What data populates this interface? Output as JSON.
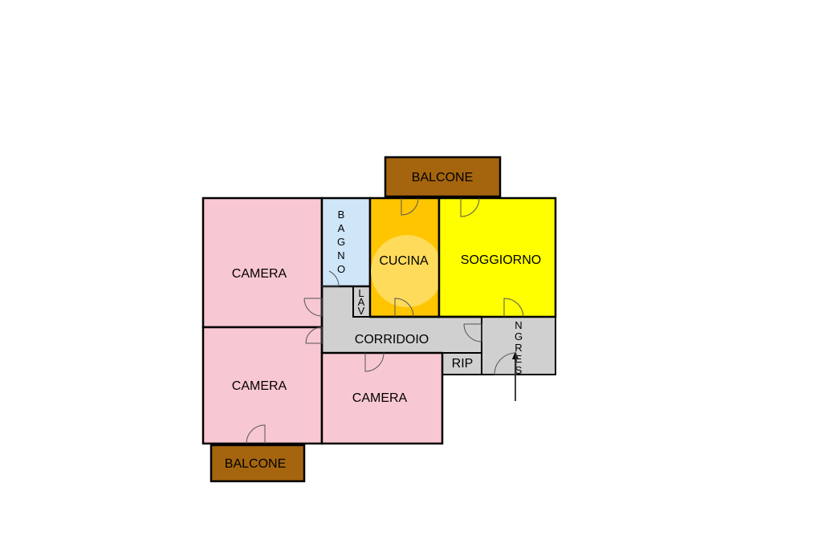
{
  "rooms": {
    "balcone_top": {
      "label": "BALCONE",
      "color": "#a5650e"
    },
    "camera_1": {
      "label": "CAMERA",
      "color": "#f8c8d2"
    },
    "bagno": {
      "label": "BAGNO",
      "letters": [
        "B",
        "A",
        "G",
        "N",
        "O"
      ],
      "color": "#cfe5f8"
    },
    "cucina": {
      "label": "CUCINA",
      "color": "#ffc500"
    },
    "soggiorno": {
      "label": "SOGGIORNO",
      "color": "#ffff00"
    },
    "lav": {
      "label": "LAV",
      "letters": [
        "L",
        "A",
        "V"
      ],
      "color": "#d0d0d0"
    },
    "corridoio": {
      "label": "CORRIDOIO",
      "color": "#d0d0d0"
    },
    "ingresso": {
      "label": "NGRES",
      "letters": [
        "N",
        "G",
        "R",
        "E",
        "S"
      ],
      "color": "#d0d0d0"
    },
    "rip": {
      "label": "RIP",
      "color": "#d0d0d0"
    },
    "camera_2": {
      "label": "CAMERA",
      "color": "#f8c8d2"
    },
    "camera_3": {
      "label": "CAMERA",
      "color": "#f8c8d2"
    },
    "balcone_bottom": {
      "label": "BALCONE",
      "color": "#a5650e"
    }
  }
}
